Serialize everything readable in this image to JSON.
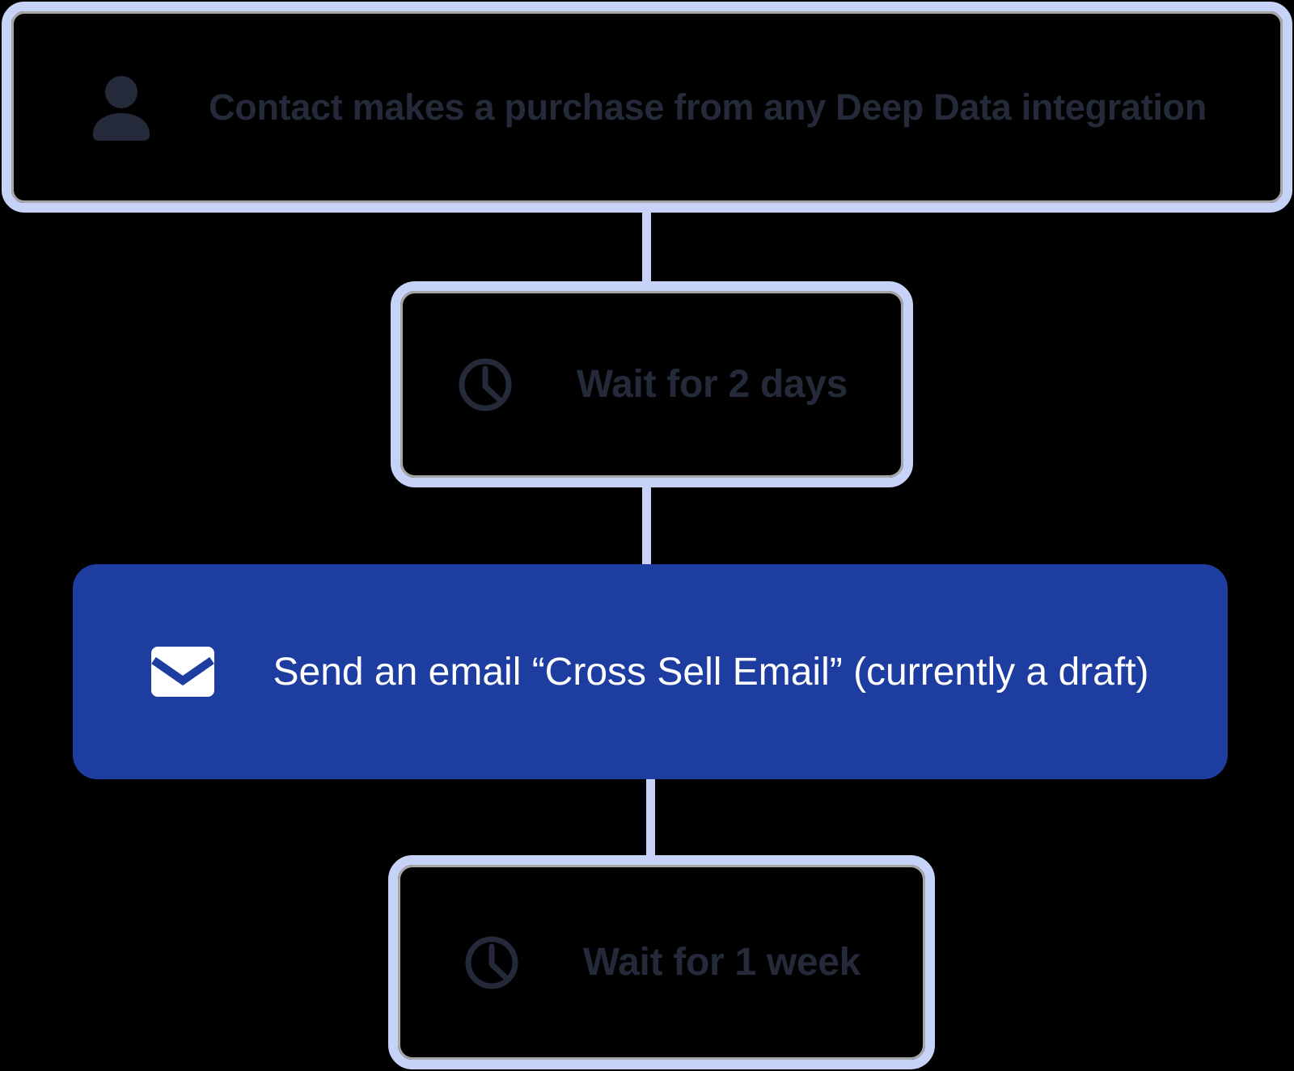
{
  "colors": {
    "background": "#000000",
    "card_border_lavender": "#c7d2f8",
    "card_inner_stroke": "#ffffff",
    "action_blue": "#1e3da0",
    "text_dark": "#242a39",
    "text_light": "#ffffff"
  },
  "flow": {
    "nodes": [
      {
        "id": "trigger",
        "type": "trigger",
        "icon": "person-icon",
        "label": "Contact makes a purchase from any Deep Data integration",
        "variant": "outlined"
      },
      {
        "id": "wait-2-days",
        "type": "wait",
        "icon": "clock-icon",
        "label": "Wait for 2 days",
        "variant": "outlined"
      },
      {
        "id": "send-email",
        "type": "action",
        "icon": "envelope-icon",
        "label": "Send an email “Cross Sell Email” (currently a draft)",
        "variant": "filled-blue"
      },
      {
        "id": "wait-1-week",
        "type": "wait",
        "icon": "clock-icon",
        "label": "Wait for 1 week",
        "variant": "outlined"
      }
    ]
  }
}
